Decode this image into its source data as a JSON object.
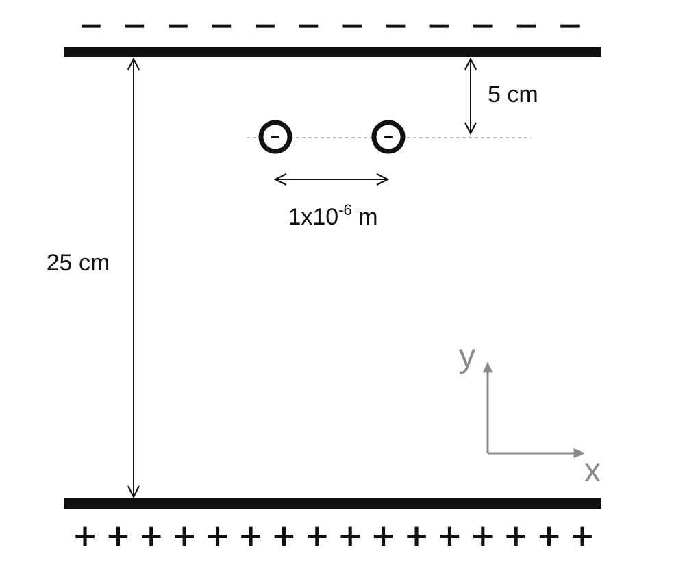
{
  "top_plate": {
    "charge_signs": [
      "−",
      "−",
      "−",
      "−",
      "−",
      "−",
      "−",
      "−",
      "−",
      "−",
      "−",
      "−"
    ]
  },
  "bottom_plate": {
    "charge_signs": [
      "+",
      "+",
      "+",
      "+",
      "+",
      "+",
      "+",
      "+",
      "+",
      "+",
      "+",
      "+",
      "+",
      "+",
      "+",
      "+"
    ]
  },
  "dimensions": {
    "plate_gap_label": "25 cm",
    "offset_label": "5 cm",
    "separation_label_base": "1x10",
    "separation_label_exponent": "-6",
    "separation_label_unit": " m"
  },
  "charges": {
    "left_sign": "−",
    "right_sign": "−"
  },
  "axes": {
    "y_label": "y",
    "x_label": "x"
  },
  "colors": {
    "ink": "#111111",
    "axis_gray": "#8a8a8a",
    "dashed_line": "#aaaaaa"
  }
}
